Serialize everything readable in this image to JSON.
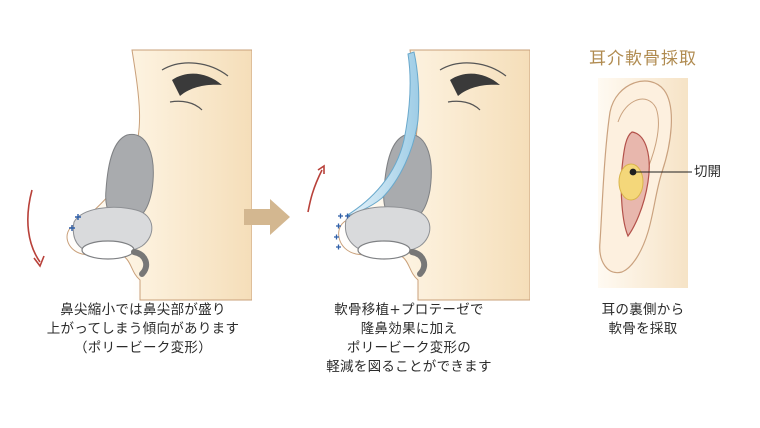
{
  "panels": [
    {
      "caption_lines": [
        "鼻尖縮小では鼻尖部が盛り",
        "上がってしまう傾向があります",
        "（ポリービーク変形）"
      ]
    },
    {
      "caption_lines": [
        "軟骨移植+プロテーゼで",
        "隆鼻効果に加え",
        "ポリービーク変形の",
        "軽減を図ることができます"
      ]
    },
    {
      "title": "耳介軟骨採取",
      "incision_label": "切開",
      "caption_lines": [
        "耳の裏側から",
        "軟骨を採取"
      ]
    }
  ],
  "colors": {
    "skin_light": "#fdf3e1",
    "skin_mid": "#f5deb9",
    "cartilage_gray": "#a9abae",
    "cartilage_light": "#d9dadc",
    "implant_blue": "#b9dcef",
    "arrow_red": "#b8413a",
    "arrow_tan": "#d3b790",
    "title_gold": "#b08b50",
    "marker_blue": "#2f5fa8",
    "ear_pink": "#e8b7ad",
    "ear_yellow": "#f4d77a"
  }
}
